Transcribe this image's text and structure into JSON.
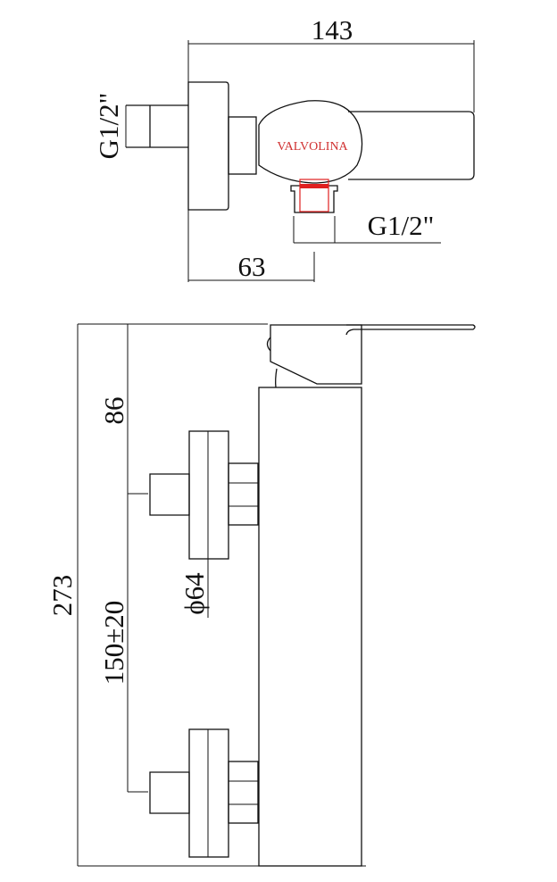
{
  "top_view": {
    "width_dim": "143",
    "inlet_thread": "G1/2\"",
    "outlet_thread": "G1/2\"",
    "outlet_offset_dim": "63",
    "brand": "VALVOLINA"
  },
  "side_view": {
    "total_height_dim": "273",
    "top_to_inlet_dim": "86",
    "inlet_spacing_dim": "150±20",
    "flange_diameter_dim": "ϕ64"
  },
  "colors": {
    "line": "#111111",
    "brand": "#d03030",
    "highlight": "#e02020"
  }
}
